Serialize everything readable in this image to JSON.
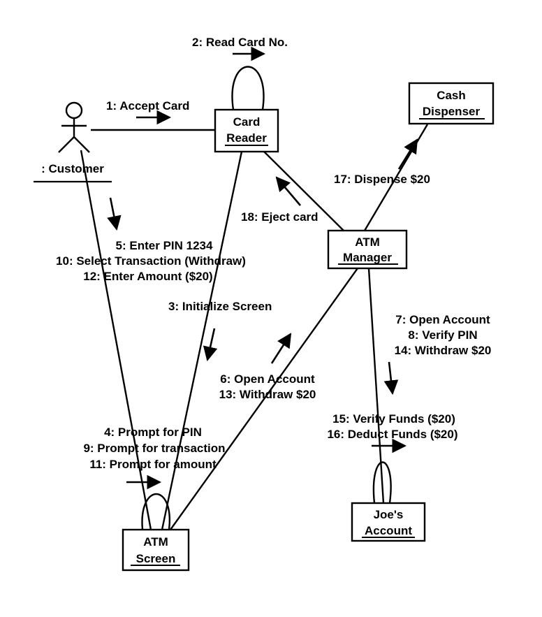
{
  "diagram": {
    "actor": {
      "label": ": Customer"
    },
    "objects": {
      "card_reader": {
        "line1": "Card",
        "line2": "Reader"
      },
      "cash_dispenser": {
        "line1": "Cash",
        "line2": "Dispenser"
      },
      "atm_manager": {
        "line1": "ATM",
        "line2": "Manager"
      },
      "atm_screen": {
        "line1": "ATM",
        "line2": "Screen"
      },
      "joes_account": {
        "line1": "Joe's",
        "line2": "Account"
      }
    },
    "messages": {
      "m2": "2: Read Card No.",
      "m1": "1: Accept Card",
      "m5": "5: Enter PIN 1234",
      "m10": "10: Select Transaction (Withdraw)",
      "m12": "12: Enter Amount ($20)",
      "m3": "3: Initialize Screen",
      "m17": "17: Dispense $20",
      "m18": "18: Eject card",
      "m7": "7: Open Account",
      "m8": "8: Verify PIN",
      "m14": "14: Withdraw $20",
      "m6": "6: Open Account",
      "m13": "13: Withdraw $20",
      "m4": "4: Prompt for PIN",
      "m9": "9: Prompt for transaction",
      "m11": "11: Prompt for amount",
      "m15": "15: Verify Funds ($20)",
      "m16": "16: Deduct Funds ($20)"
    }
  }
}
